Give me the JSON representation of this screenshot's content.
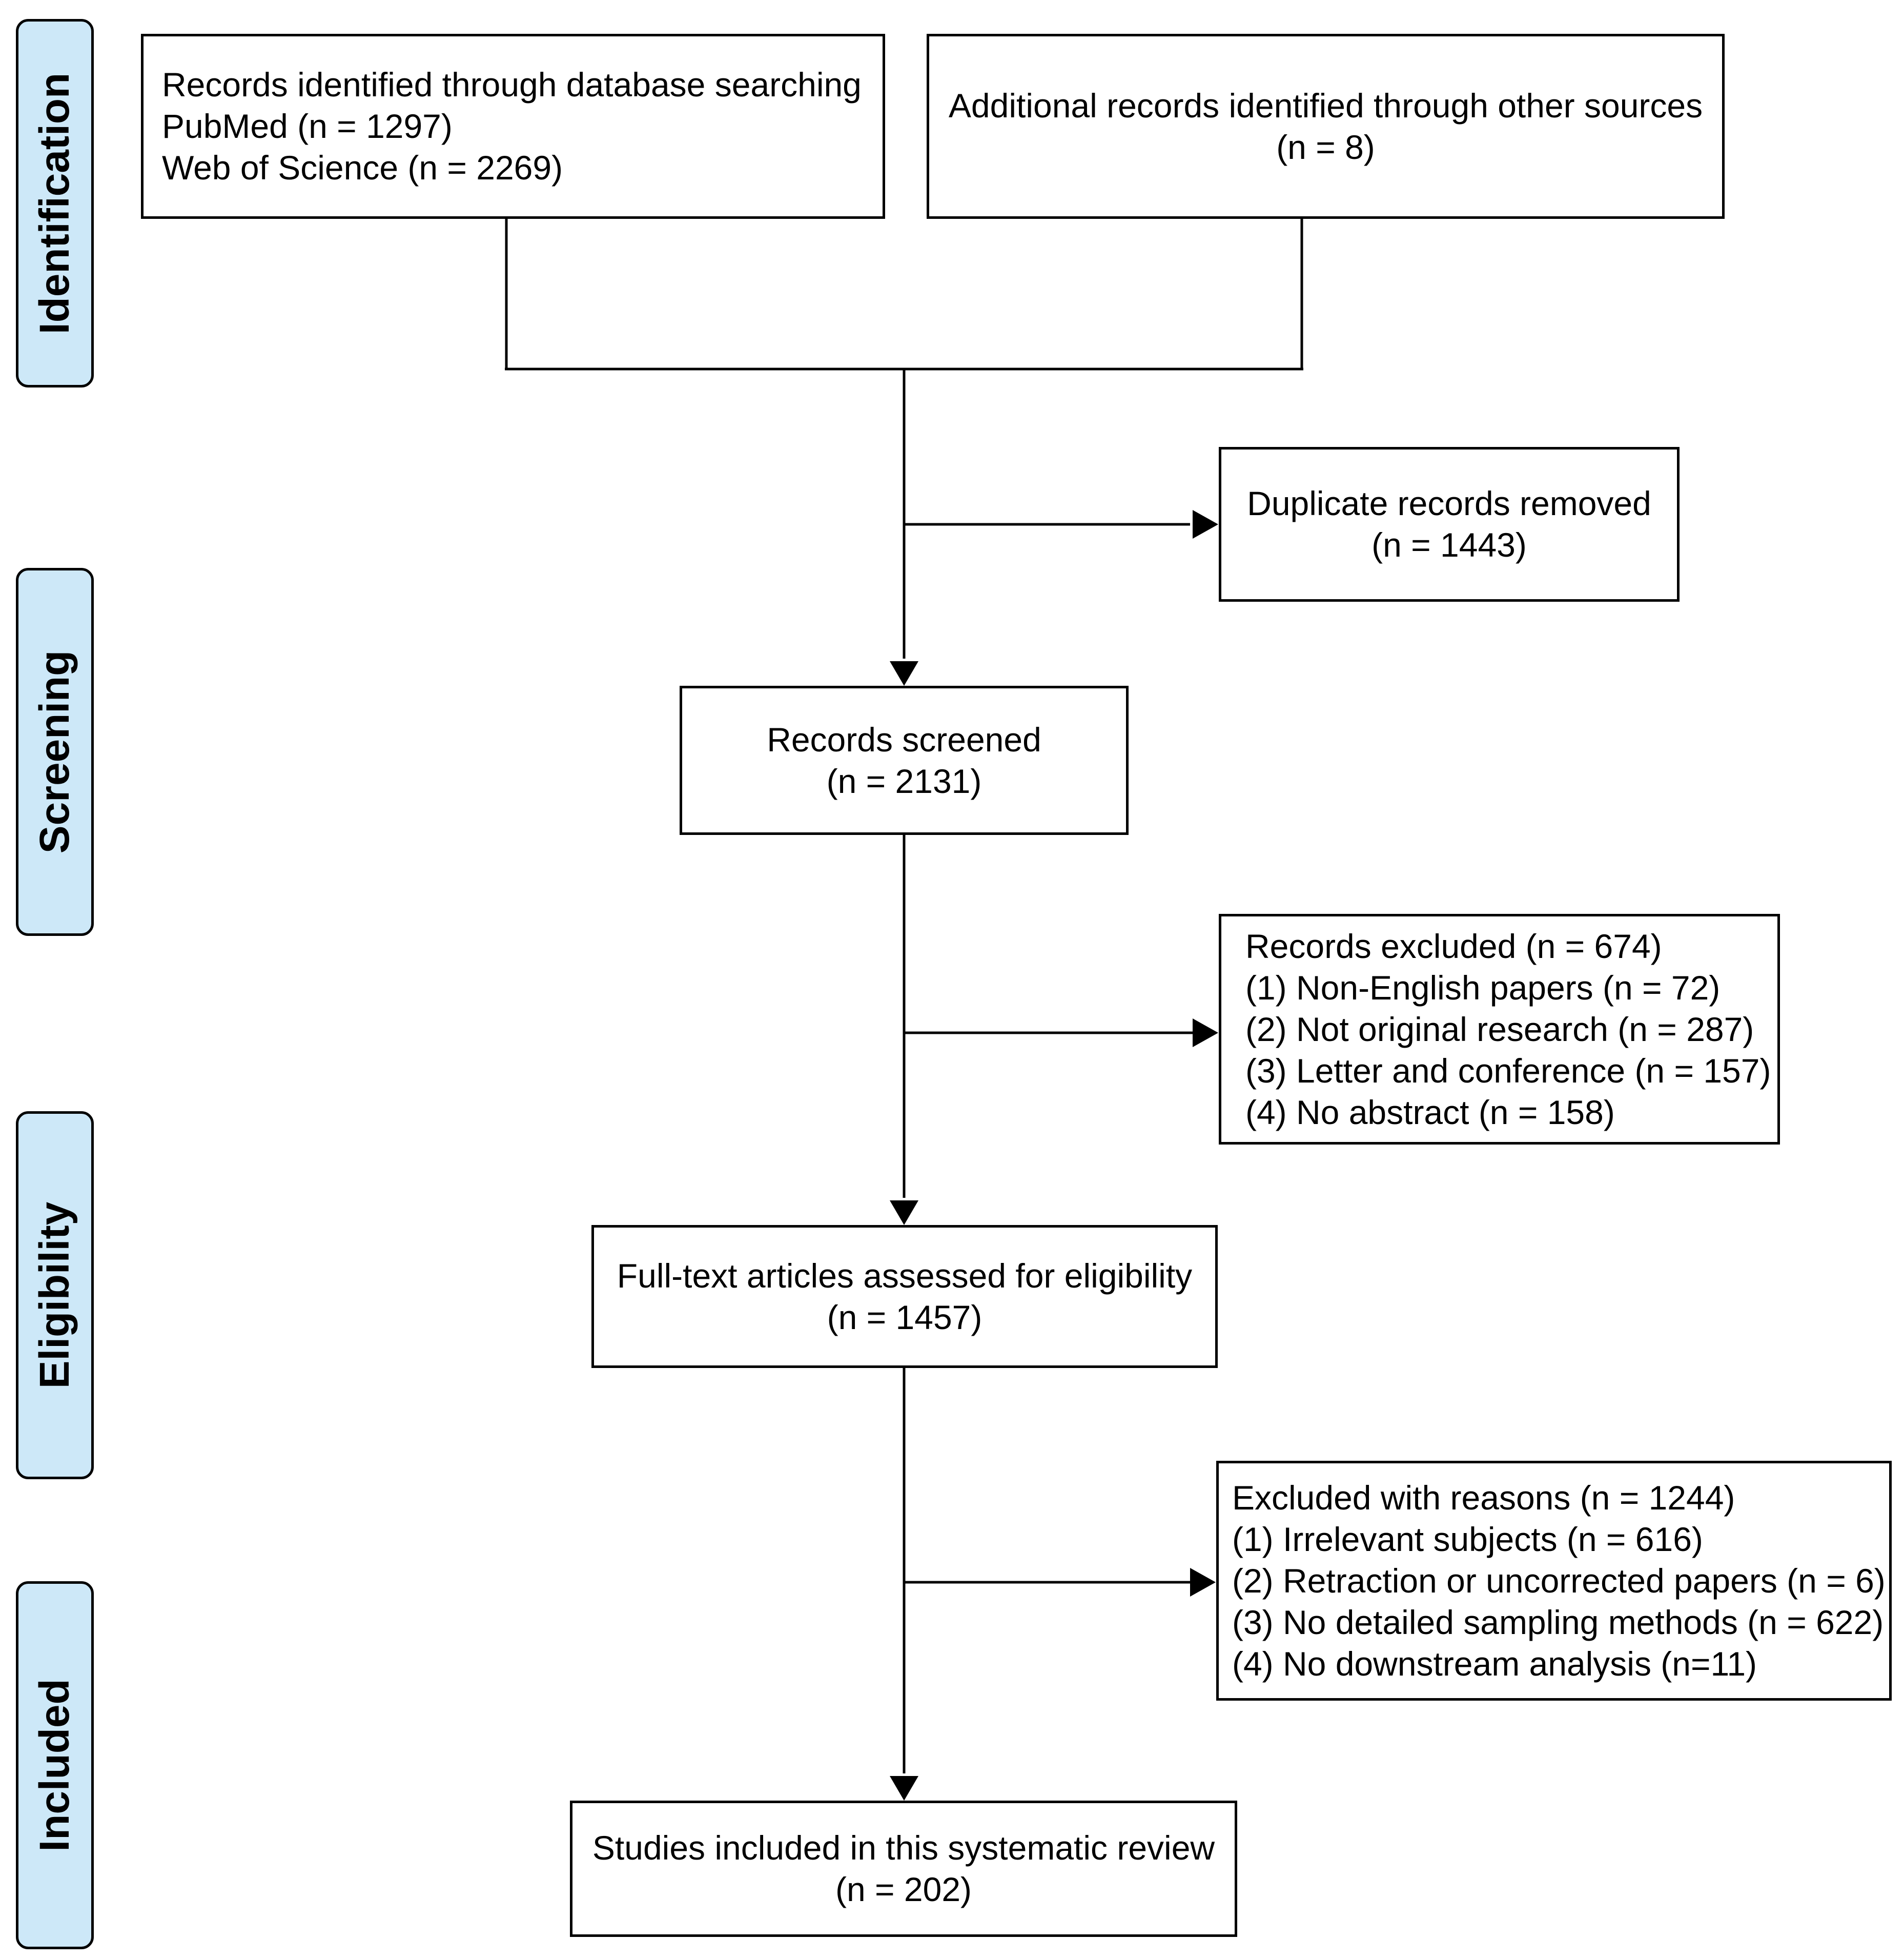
{
  "phases": {
    "identification": "Identification",
    "screening": "Screening",
    "eligibility": "Eligibility",
    "included": "Included"
  },
  "boxes": {
    "database_search": {
      "lines": [
        "Records identified through database searching",
        "PubMed (n = 1297)",
        "Web of Science (n = 2269)"
      ]
    },
    "other_sources": {
      "lines": [
        "Additional records identified through other sources",
        "(n = 8)"
      ]
    },
    "duplicates_removed": {
      "lines": [
        "Duplicate records removed",
        "(n = 1443)"
      ]
    },
    "records_screened": {
      "lines": [
        "Records screened",
        "(n = 2131)"
      ]
    },
    "records_excluded": {
      "lines": [
        "Records excluded (n = 674)",
        "(1) Non-English papers (n = 72)",
        "(2) Not original research (n = 287)",
        "(3) Letter and conference (n = 157)",
        "(4) No abstract (n = 158)"
      ]
    },
    "full_text_assessed": {
      "lines": [
        "Full-text articles assessed for eligibility",
        "(n = 1457)"
      ]
    },
    "excluded_with_reasons": {
      "lines": [
        "Excluded with reasons (n = 1244)",
        "(1) Irrelevant subjects (n = 616)",
        "(2) Retraction or uncorrected papers (n = 6)",
        "(3) No detailed sampling methods (n = 622)",
        "(4) No downstream analysis (n=11)"
      ]
    },
    "studies_included": {
      "lines": [
        "Studies included in this systematic review",
        "(n = 202)"
      ]
    }
  }
}
